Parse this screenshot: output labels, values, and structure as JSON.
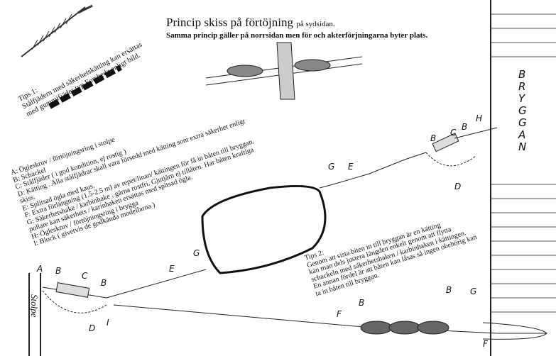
{
  "title": {
    "main": "Princip skiss på förtöjning",
    "suffix": "på sydsidan."
  },
  "subtitle": "Samma princip gäller på norrsidan men för och akterförjningarna byter plats.",
  "tips1": [
    "Tips 1:",
    "Stålfjädern med säkerhetskätting kan ersättas",
    "med gummifjäder typ Forsheda enligt bild."
  ],
  "legend": [
    "A: Ögleskruv / förtöjningsring i stolpe",
    "B: Schackel",
    "C: Stålfjäder ( i god kondition, ej rostig )",
    "D: Kätting . Alla stålfjädrar skall vara försedd med kätting som extra säkerhet enligt",
    "skiss.",
    "E: Splitsad ögla med kaus.",
    "F: Extra förlängning (1.5-2.5 m) av repet/linan/ kättingen för få in båten till bryggan.",
    "G:  Säkerhetshake / karbinhake , gärna rostfri. Gjutjärn ej tillåten. Har båten kraftiga",
    "pollare kan säkerhets / karinhaken ersättas med spitsad ögla.",
    "H: Ögleskruv / förtöjningsring i brygga",
    "I: Block ( givetvis de godkända modellarna )"
  ],
  "tips2": [
    "Tips 2:",
    "Genom att sista biten  in till bryggan är en kätting",
    "kan man dels justera längden enkelt genom att flytta",
    "schackeln med säkerhetshaken / karbinhaken i kättingen.",
    "En annan fördel är att båten kan låsas så ingen obehörig kan",
    "ta in båten till bryggan."
  ],
  "dock_letters": [
    "B",
    "R",
    "Y",
    "G",
    "G",
    "A",
    "N"
  ],
  "post_label": "Stolpe",
  "part_labels": [
    "A",
    "B",
    "C",
    "B",
    "D",
    "I",
    "E",
    "G",
    "E",
    "G",
    "B",
    "C",
    "B",
    "H",
    "D",
    "F",
    "B",
    "B",
    "G",
    "F"
  ]
}
